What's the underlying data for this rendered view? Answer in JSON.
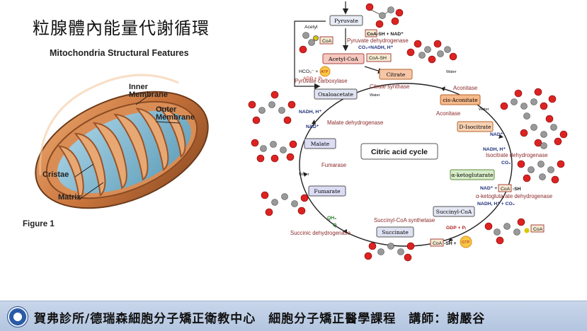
{
  "slide": {
    "title": "粒腺體內能量代謝循環"
  },
  "mitochondria": {
    "heading": "Mitochondria Structural Features",
    "labels": {
      "inner": "Inner\nMembrane",
      "outer": "Outer\nMembrane",
      "cristae": "Cristae",
      "matrix": "Matrix"
    },
    "figure": "Figure 1"
  },
  "cycle": {
    "center_label": "Citric acid cycle",
    "intermediates": {
      "pyruvate": "Pyruvate",
      "acetyl_coa": "Acetyl-CoA",
      "citrate": "Citrate",
      "cis_aconitate": "cis-Aconitate",
      "d_isocitrate": "D-Isocitrate",
      "alpha_kg": "α-ketoglutarate",
      "succinyl_coa": "Succinyl-CoA",
      "succinate": "Succinate",
      "fumarate": "Fumarate",
      "malate": "Malate",
      "oxaloacetate": "Oxaloacetate"
    },
    "enzymes": {
      "pyruvate_dh": "Pyruvate dehydrogenase",
      "pyruvate_carboxylase": "Pyruvate carboxylase",
      "citrate_synthase": "Citrate synthase",
      "aconitase_1": "Aconitase",
      "aconitase_2": "Aconitase",
      "isocitrate_dh": "Isocitrate dehydrogenase",
      "akg_dh": "α-ketoglutarate dehydrogenase",
      "succinyl_synthetase": "Succinyl-CoA synthetase",
      "succinic_dh": "Succinic dehydrogenase",
      "fumarase": "Fumarase",
      "malate_dh": "Malate dehydrogenase"
    },
    "cofactors": {
      "acetyl": "Acetyl",
      "coa": "CoA",
      "coa_sh_nad": "CoA-SH + NAD⁺",
      "co2_nadh": "CO₂+NADH, H⁺",
      "coa_sh": "CoA-SH",
      "hco3_atp": "HCO₃⁻ +",
      "atp": "ATP",
      "adp_pi": "ADP + Pᵢ",
      "water": "Water",
      "nadh_h": "NADH, H⁺",
      "nad": "NAD⁺",
      "co2": "CO₂",
      "nad_coa_sh": "NAD⁺ +",
      "nadh_co2": "NADH, H⁺ + CO₂",
      "gdp_pi": "GDP + Pᵢ",
      "gtp": "GTP",
      "qh2": "QH₂",
      "q": "Q",
      "sh_plus": "-SH +"
    }
  },
  "footer": {
    "text": "賀弗診所/德瑞森細胞分子矯正衛教中心　細胞分子矯正醫學課程　講師：謝嚴谷"
  }
}
